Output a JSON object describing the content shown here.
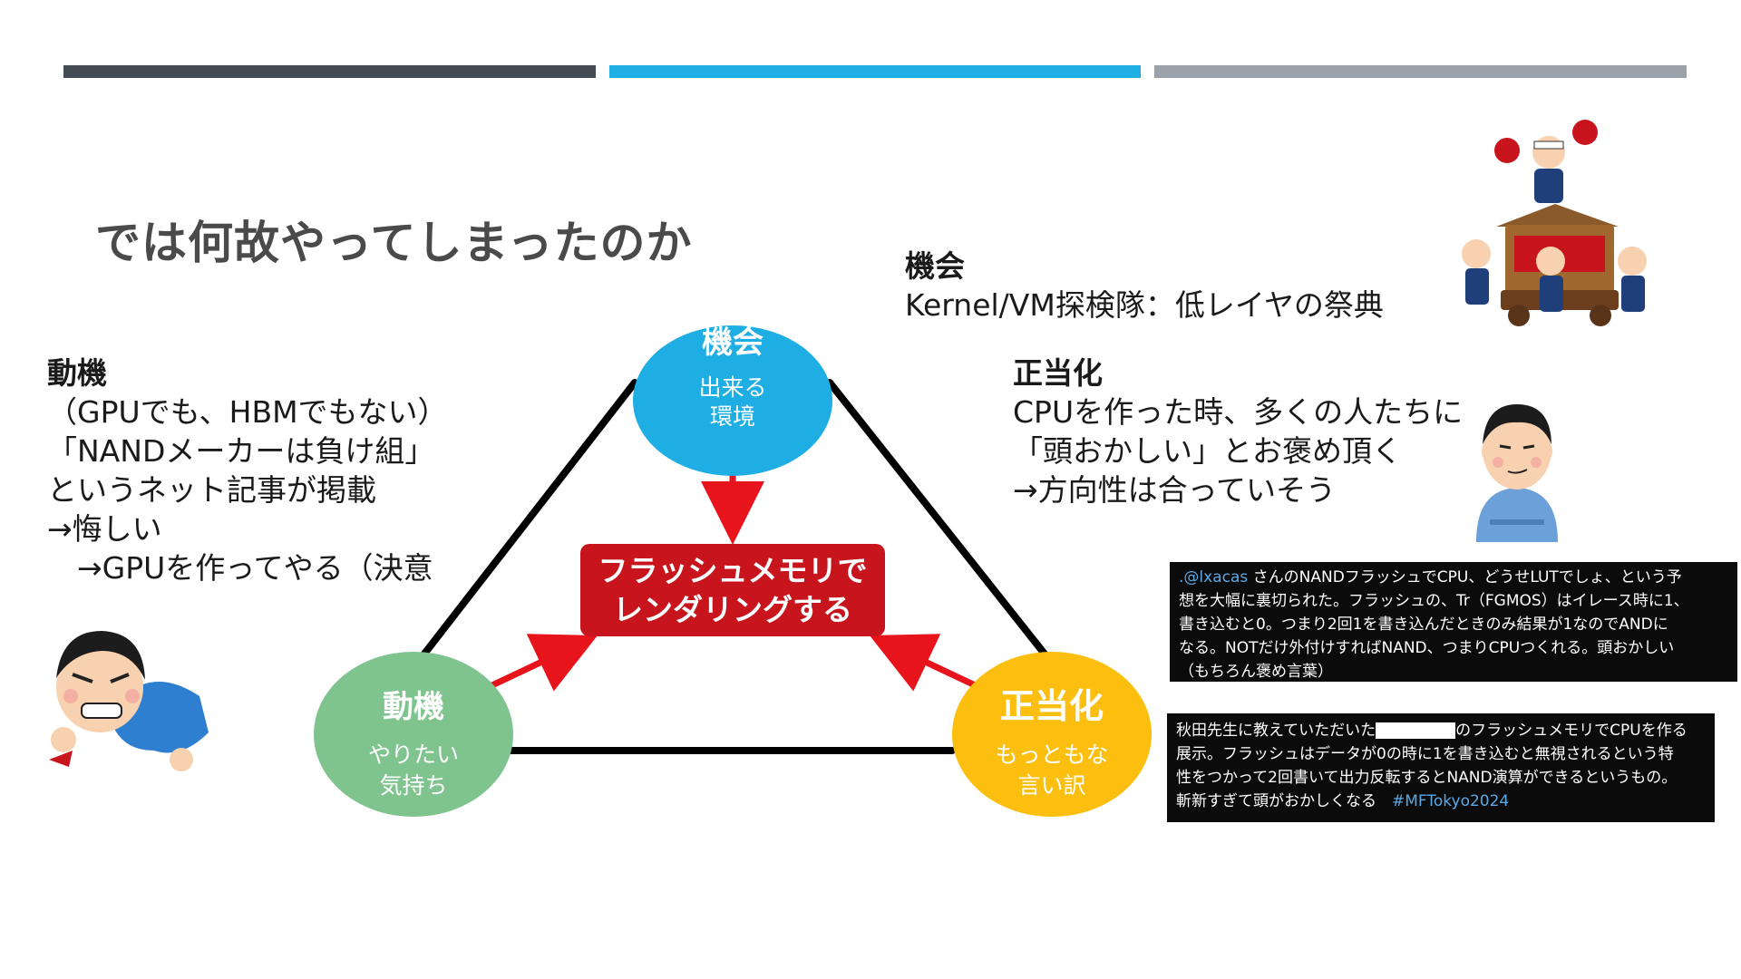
{
  "slide": {
    "title": "では何故やってしまったのか"
  },
  "motive_block": {
    "heading": "動機",
    "lines": [
      "（GPUでも、HBMでもない）",
      "「NANDメーカーは負け組」",
      "というネット記事が掲載",
      "→悔しい",
      "　→GPUを作ってやる（決意"
    ]
  },
  "opportunity_block": {
    "heading": "機会",
    "line": "Kernel/VM探検隊：低レイヤの祭典"
  },
  "justification_block": {
    "heading": "正当化",
    "lines": [
      "CPUを作った時、多くの人たちに",
      "「頭おかしい」とお褒め頂く",
      "→方向性は合っていそう"
    ]
  },
  "triangle": {
    "top": {
      "title": "機会",
      "sub1": "出来る",
      "sub2": "環境",
      "color": "#1faee4"
    },
    "left": {
      "title": "動機",
      "sub1": "やりたい",
      "sub2": "気持ち",
      "color": "#7fc48e"
    },
    "right": {
      "title": "正当化",
      "sub1": "もっともな",
      "sub2": "言い訳",
      "color": "#fcbf0f"
    },
    "center": {
      "line1": "フラッシュメモリで",
      "line2": "レンダリングする",
      "color": "#c8141c"
    }
  },
  "tweet1": {
    "handle": ".@lxacas",
    "line1_rest": " さんのNANDフラッシュでCPU、どうせLUTでしょ、という予",
    "line2": "想を大幅に裏切られた。フラッシュの、Tr（FGMOS）はイレース時に1、",
    "line3": "書き込むと0。つまり2回1を書き込んだときのみ結果が1なのでANDに",
    "line4": "なる。NOTだけ外付けすればNAND、つまりCPUつくれる。頭おかしい",
    "line5": "（もちろん褒め言葉）"
  },
  "tweet2": {
    "line1_pre": "秋田先生に教えていただいた",
    "line1_post": "のフラッシュメモリでCPUを作る",
    "line2": "展示。フラッシュはデータが0の時に1を書き込むと無視されるという特",
    "line3": "性をつかって2回書いて出力反転するとNAND演算ができるというもの。",
    "line4_pre": "斬新すぎて頭がおかしくなる　",
    "hashtag": "#MFTokyo2024"
  },
  "icons": {
    "festival": "festival-mikoshi-illustration",
    "frustrated": "frustrated-man-illustration",
    "smug": "smug-man-illustration"
  }
}
